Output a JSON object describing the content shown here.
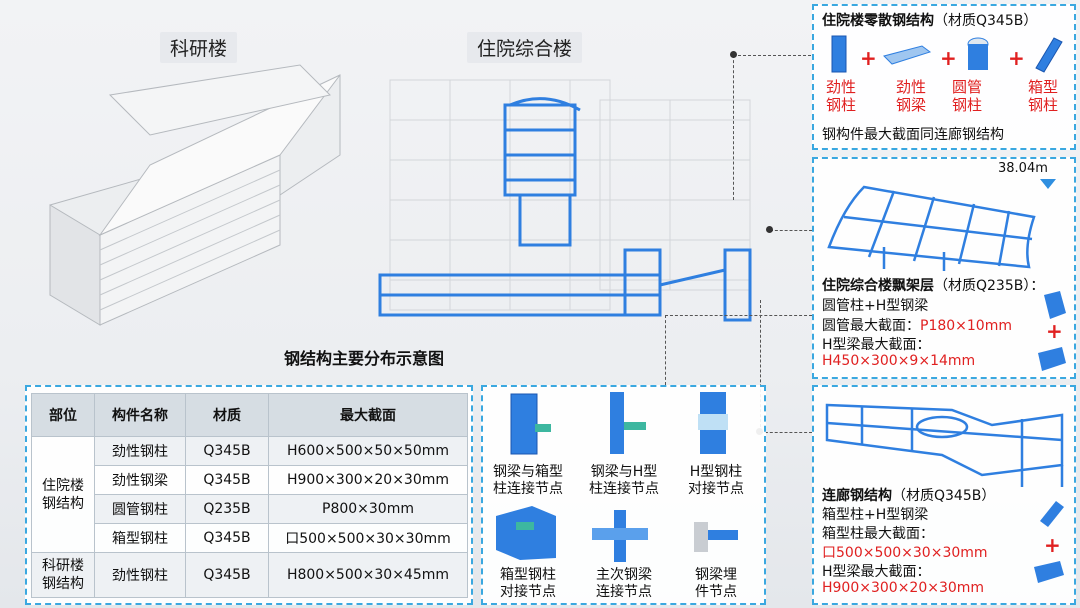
{
  "labels": {
    "keyan": "科研楼",
    "zhuyuan": "住院综合楼",
    "main_caption": "钢结构主要分布示意图"
  },
  "panel_scatter": {
    "title": "住院楼零散钢结构",
    "material": "（材质Q345B）",
    "items": [
      "劲性\n钢柱",
      "劲性\n钢梁",
      "圆管\n钢柱",
      "箱型\n钢柱"
    ],
    "note": "钢构件最大截面同连廊钢结构"
  },
  "panel_canopy": {
    "elevation": "38.04m",
    "title": "住院综合楼飘架层",
    "material": "（材质Q235B）：",
    "line1": "圆管柱+H型钢梁",
    "line2_prefix": "圆管最大截面：",
    "line2_value": "P180×10mm",
    "line3": "H型梁最大截面：",
    "line4_value": "H450×300×9×14mm"
  },
  "panel_corridor": {
    "title": "连廊钢结构",
    "material": "（材质Q345B）",
    "line1": "箱型柱+H型钢梁",
    "line2": "箱型柱最大截面：",
    "line3_value": "口500×500×30×30mm",
    "line4": "H型梁最大截面：",
    "line5_value": "H900×300×20×30mm"
  },
  "table": {
    "headers": [
      "部位",
      "构件名称",
      "材质",
      "最大截面"
    ],
    "group1": "住院楼\n钢结构",
    "group2": "科研楼\n钢结构",
    "rows": [
      [
        "劲性钢柱",
        "Q345B",
        "H600×500×50×50mm"
      ],
      [
        "劲性钢梁",
        "Q345B",
        "H900×300×20×30mm"
      ],
      [
        "圆管钢柱",
        "Q235B",
        "P800×30mm"
      ],
      [
        "箱型钢柱",
        "Q345B",
        "口500×500×30×30mm"
      ],
      [
        "劲性钢柱",
        "Q345B",
        "H800×500×30×45mm"
      ]
    ]
  },
  "nodes": [
    "钢梁与箱型\n柱连接节点",
    "钢梁与H型\n柱连接节点",
    "H型钢柱\n对接节点",
    "箱型钢柱\n对接节点",
    "主次钢梁\n连接节点",
    "钢梁埋\n件节点"
  ],
  "colors": {
    "steel": "#2f7fe0",
    "steel_dark": "#1a56b0",
    "accent_border": "#3aa8e0",
    "red": "#e02020"
  }
}
